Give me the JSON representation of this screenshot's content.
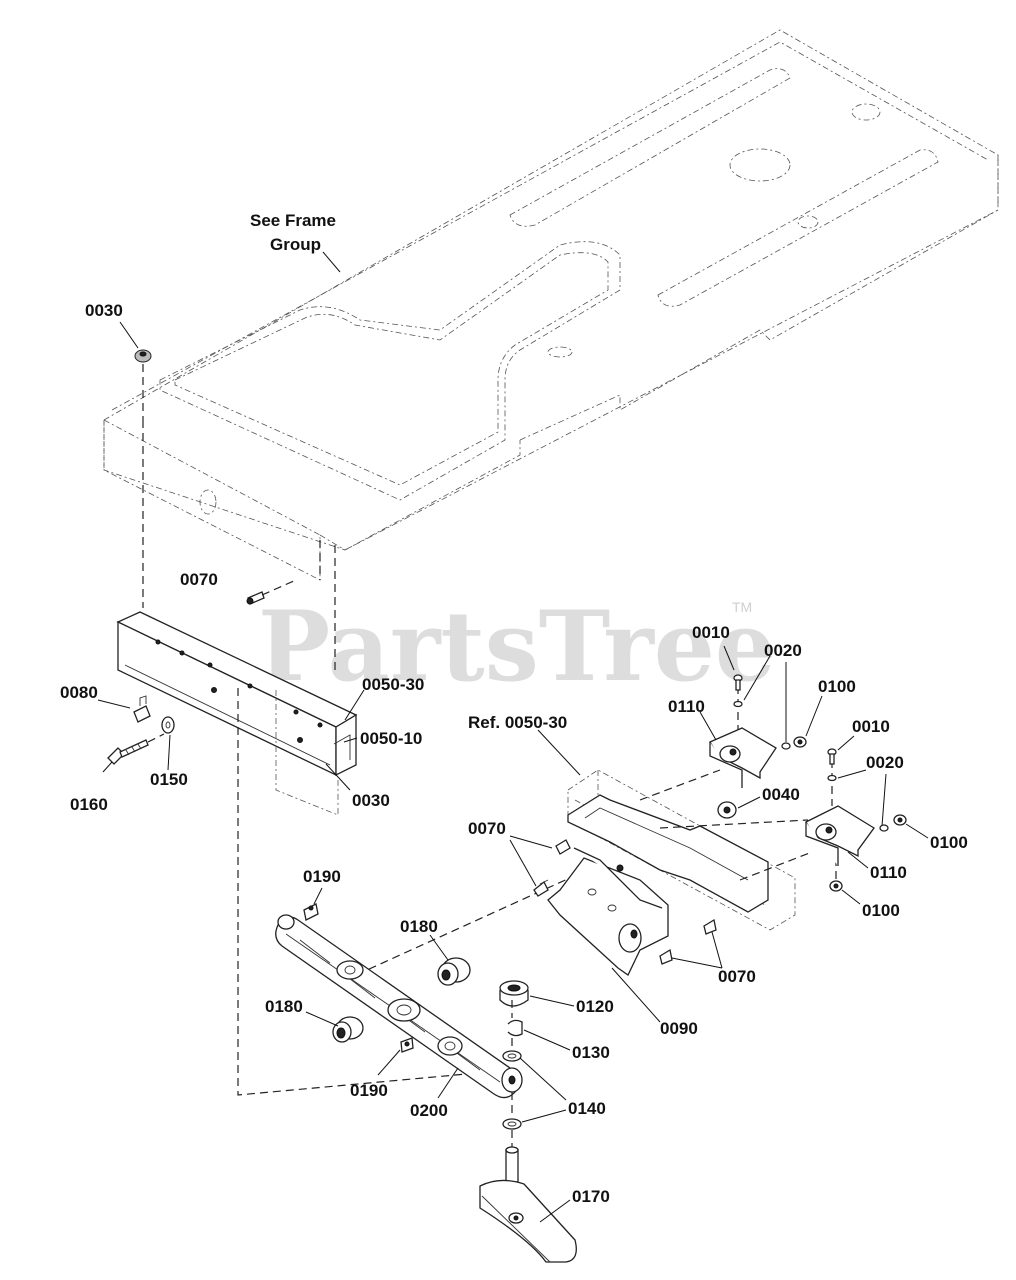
{
  "watermark": {
    "text": "PartsTree",
    "tm": "TM"
  },
  "reference": {
    "line1": "See Frame",
    "line2": "Group"
  },
  "callouts": {
    "c0030_top": "0030",
    "c0070_left": "0070",
    "c0080": "0080",
    "c0160": "0160",
    "c0150": "0150",
    "c0050_30": "0050-30",
    "c0050_10": "0050-10",
    "c0030_mid": "0030",
    "c0190_top": "0190",
    "c0180_right": "0180",
    "c0180_left": "0180",
    "c0190_bottom": "0190",
    "c0200": "0200",
    "c0120": "0120",
    "c0130": "0130",
    "c0140": "0140",
    "c0170": "0170",
    "ref0050_30": "Ref. 0050-30",
    "c0070_center": "0070",
    "c0070_bottom": "0070",
    "c0090": "0090",
    "c0040": "0040",
    "c0010_a": "0010",
    "c0020_a": "0020",
    "c0110_a": "0110",
    "c0100_a": "0100",
    "c0010_b": "0010",
    "c0020_b": "0020",
    "c0100_b": "0100",
    "c0110_b": "0110",
    "c0100_c": "0100"
  }
}
